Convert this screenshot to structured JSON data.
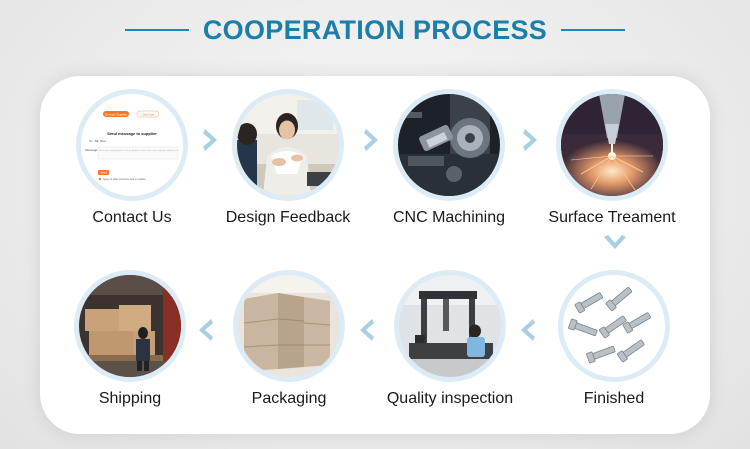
{
  "header": {
    "title": "COOPERATION PROCESS"
  },
  "accent_color": "#1d7ea9",
  "arrow_color": "#a9cfe3",
  "steps": [
    {
      "label": "Contact Us",
      "icon": "contact-form-screenshot"
    },
    {
      "label": "Design Feedback",
      "icon": "engineer-meeting-photo"
    },
    {
      "label": "CNC Machining",
      "icon": "cnc-machine-photo"
    },
    {
      "label": "Surface Treament",
      "icon": "laser-treatment-photo"
    },
    {
      "label": "Finished",
      "icon": "finished-parts-photo"
    },
    {
      "label": "Quality inspection",
      "icon": "cmm-inspection-photo"
    },
    {
      "label": "Packaging",
      "icon": "cartons-photo"
    },
    {
      "label": "Shipping",
      "icon": "container-loading-photo"
    }
  ],
  "contact_form": {
    "tab_active": "Contact Supplier",
    "tab_inactive": "Chat Now",
    "heading": "Send message to supplier",
    "to_label": "To:",
    "to_value": "Mr. Tom",
    "message_label": "Message:",
    "message_placeholder": "Enter your inquiry details such as product name, color, size, quantity, material, etc.",
    "send_label": "Send",
    "agree_text": "Agree to share business card to supplier"
  }
}
